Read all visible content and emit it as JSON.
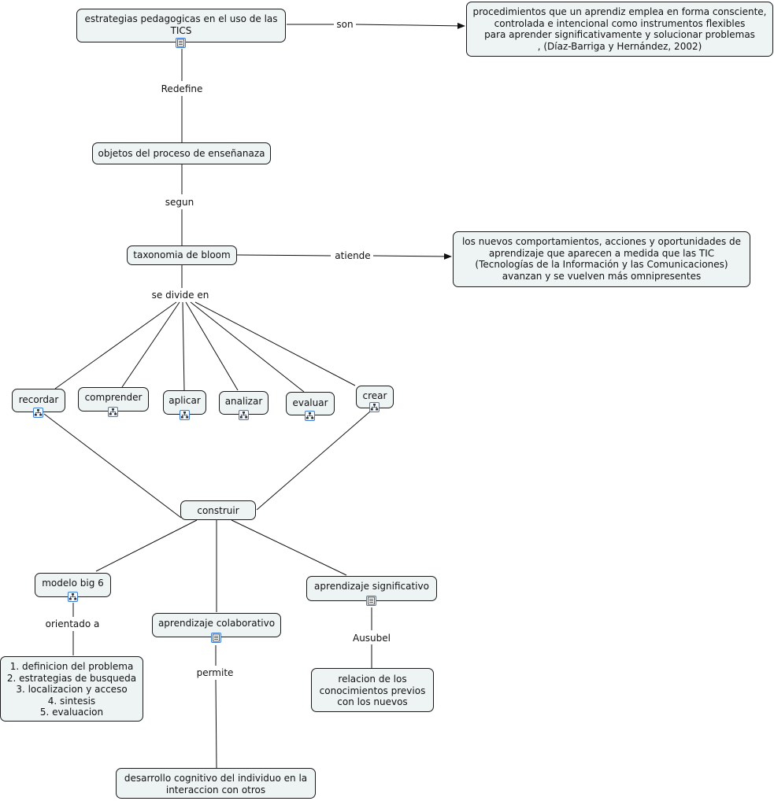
{
  "nodes": {
    "estrategias": "estrategias pedagogicas en el uso de las\nTICS",
    "procedimientos": "procedimientos que un aprendiz emplea en forma consciente,\ncontrolada e intencional como instrumentos flexibles\npara aprender significativamente y solucionar problemas\n, (Díaz-Barriga y Hernández, 2002)",
    "objetos": "objetos del proceso de enseñanaza",
    "taxonomia": "taxonomia de bloom",
    "comportamientos": "los nuevos comportamientos, acciones y oportunidades de\naprendizaje que aparecen a medida que las TIC\n(Tecnologías de la  Información y las Comunicaciones)\navanzan y se vuelven más omnipresentes",
    "recordar": "recordar",
    "comprender": "comprender",
    "aplicar": "aplicar",
    "analizar": "analizar",
    "evaluar": "evaluar",
    "crear": "crear",
    "construir": "construir",
    "big6": "modelo big 6",
    "colaborativo": "aprendizaje colaborativo",
    "significativo": "aprendizaje significativo",
    "big6_list": "1. definicion del problema\n2. estrategias de busqueda\n3. localizacion y acceso\n4. sintesis\n5. evaluacion",
    "relacion": "relacion de los\nconocimientos previos\ncon los nuevos",
    "desarrollo": "desarrollo cognitivo del individuo en la\ninteraccion con otros"
  },
  "labels": {
    "son": "son",
    "redefine": "Redefine",
    "segun": "segun",
    "atiende": "atiende",
    "se_divide_en": "se divide en",
    "orientado_a": "orientado a",
    "permite": "permite",
    "ausubel": "Ausubel"
  },
  "icons": {
    "document": "document-icon",
    "submap": "submap-icon"
  },
  "colors": {
    "node_fill": "#eef3f4",
    "icon_border": "#3b7bd6"
  }
}
